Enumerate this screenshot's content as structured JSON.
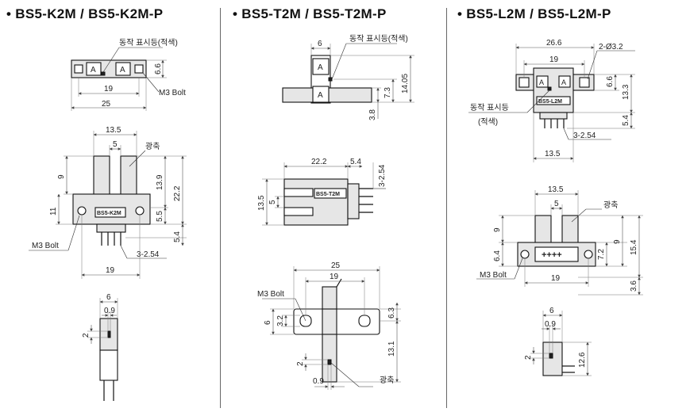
{
  "headings": {
    "k2m": "• BS5-K2M / BS5-K2M-P",
    "t2m": "• BS5-T2M / BS5-T2M-P",
    "l2m": "• BS5-L2M / BS5-L2M-P"
  },
  "labels": {
    "indicator": "동작 표시등(적색)",
    "indicator_l1": "동작 표시등",
    "indicator_l2": "(적색)",
    "optical_axis": "광축",
    "m3_bolt": "M3 Bolt",
    "k2m_model": "BS5-K2M",
    "t2m_model": "BS5-T2M",
    "l2m_model": "BS5-L2M",
    "arrow_glyph": "A",
    "plus_glyph": "++++"
  },
  "dims": {
    "k2m": {
      "top_25": "25",
      "top_19": "19",
      "top_66": "6.6",
      "front_135": "13.5",
      "front_5": "5",
      "front_9": "9",
      "front_11": "11",
      "front_139": "13.9",
      "front_222": "22.2",
      "front_55": "5.5",
      "front_54": "5.4",
      "front_pitch": "3-2.54",
      "front_19": "19",
      "side_6": "6",
      "side_09": "0.9",
      "side_2": "2"
    },
    "t2m": {
      "top_6": "6",
      "top_1405": "14.05",
      "top_73": "7.3",
      "top_38": "3.8",
      "side_222": "22.2",
      "side_54": "5.4",
      "side_pitch": "3-2.54",
      "side_135": "13.5",
      "side_5": "5",
      "front_25": "25",
      "front_19": "19",
      "front_6": "6",
      "front_32": "3.2",
      "front_63": "6.3",
      "front_131": "13.1",
      "front_2": "2",
      "front_09": "0.9"
    },
    "l2m": {
      "top_266": "26.6",
      "top_19": "19",
      "top_hole": "2-Ø3.2",
      "top_66": "6.6",
      "top_133": "13.3",
      "top_54": "5.4",
      "top_pitch": "3-2.54",
      "top_135": "13.5",
      "front_135": "13.5",
      "front_5": "5",
      "front_9": "9",
      "front_64": "6.4",
      "front_9b": "9",
      "front_72": "7.2",
      "front_154": "15.4",
      "front_36": "3.6",
      "front_19": "19",
      "side_6": "6",
      "side_09": "0.9",
      "side_2": "2",
      "side_126": "12.6"
    }
  }
}
